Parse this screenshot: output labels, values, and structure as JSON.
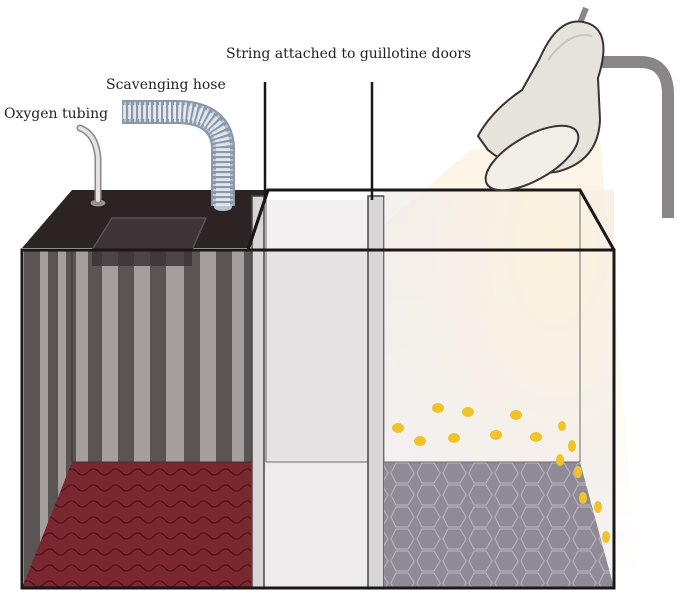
{
  "labels": {
    "oxygen_tubing": "Oxygen tubing",
    "scavenging_hose": "Scavenging hose",
    "string": "String attached to guillotine doors"
  },
  "colors": {
    "dark_lid": "#2b2324",
    "stripe_dark": "#5b5455",
    "stripe_light": "#a59e9f",
    "dark_floor": "#7a2730",
    "light_floor": "#8f8a96",
    "food_pellet": "#f0c32a",
    "lamp_shade": "#e6e2dc",
    "lamp_arm": "#8a8586"
  },
  "compartments": [
    "dark-chamber",
    "center-chamber",
    "light-chamber"
  ],
  "icons": [
    "lamp-icon",
    "hose-icon",
    "tubing-icon",
    "pellet-icon"
  ]
}
